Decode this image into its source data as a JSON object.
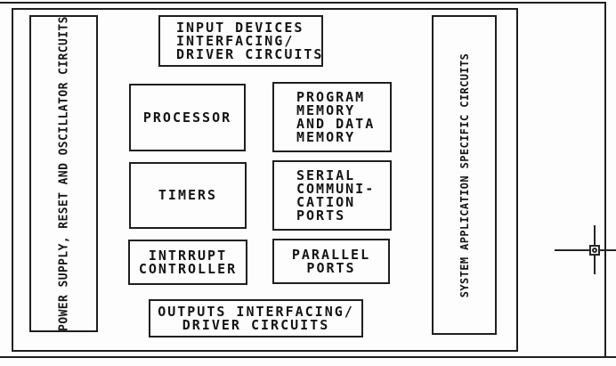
{
  "colors": {
    "line": "#1f1f1f",
    "background": "#fdfdfd",
    "text": "#141414",
    "cursor": "#262626"
  },
  "panels": {
    "left": {
      "label": "POWER SUPPLY, RESET AND OSCILLATOR CIRCUITS"
    },
    "right": {
      "label": "SYSTEM APPLICATION SPECIFIC CIRCUITS"
    }
  },
  "boxes": {
    "input": {
      "lines": [
        "INPUT DEVICES",
        "INTERFACING/",
        "DRIVER CIRCUITS"
      ]
    },
    "processor": {
      "lines": [
        "PROCESSOR"
      ]
    },
    "program_memory": {
      "lines": [
        "PROGRAM",
        "MEMORY",
        "AND DATA",
        "MEMORY"
      ]
    },
    "timers": {
      "lines": [
        "TIMERS"
      ]
    },
    "serial": {
      "lines": [
        "SERIAL",
        "COMMUNI-",
        "CATION",
        "PORTS"
      ]
    },
    "interrupt": {
      "lines": [
        "INTRRUPT",
        "CONTROLLER"
      ]
    },
    "parallel": {
      "lines": [
        "PARALLEL",
        "PORTS"
      ]
    },
    "outputs": {
      "lines": [
        "OUTPUTS INTERFACING/",
        "DRIVER CIRCUITS"
      ]
    }
  },
  "cursor": {
    "name": "cad-crosshair-with-pickbox"
  }
}
